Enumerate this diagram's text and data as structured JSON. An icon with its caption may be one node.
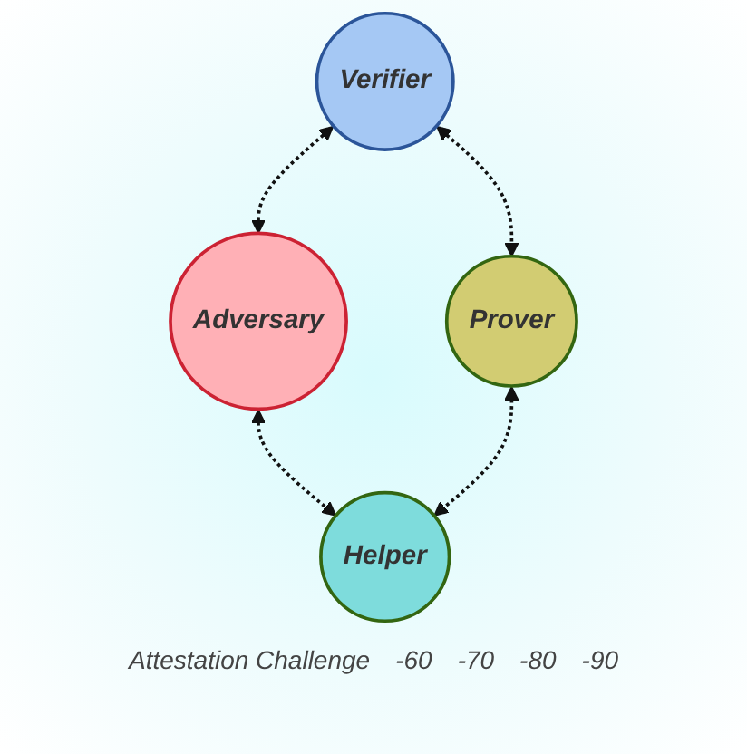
{
  "diagram": {
    "nodes": [
      {
        "text": [
          "Verifier"
        ]
      },
      {
        "text": [
          "Adversary"
        ]
      },
      {
        "text": [
          "Prover"
        ]
      },
      {
        "text": [
          "Helper"
        ]
      }
    ],
    "edges": [
      {
        "from": 0,
        "to": 1,
        "arrow": "both",
        "style": "dashed"
      },
      {
        "from": 0,
        "to": 2,
        "arrow": "both",
        "style": "dashed"
      },
      {
        "from": 1,
        "to": 3,
        "arrow": "both",
        "style": "dashed"
      },
      {
        "from": 2,
        "to": 3,
        "arrow": "both",
        "style": "dashed"
      }
    ],
    "labels": [
      "Attestation Challenge",
      "-60",
      "-70",
      "-80",
      "-90"
    ]
  }
}
